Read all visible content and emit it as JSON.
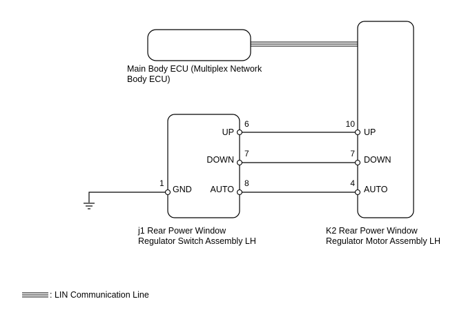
{
  "main_ecu": {
    "name_line1": "Main Body ECU (Multiplex Network",
    "name_line2": "Body ECU)"
  },
  "switch_assembly": {
    "name_line1": "j1 Rear Power Window",
    "name_line2": "Regulator Switch Assembly LH",
    "pins": {
      "up": {
        "number": "6",
        "label": "UP"
      },
      "down": {
        "number": "7",
        "label": "DOWN"
      },
      "auto": {
        "number": "8",
        "label": "AUTO"
      },
      "gnd": {
        "number": "1",
        "label": "GND"
      }
    }
  },
  "motor_assembly": {
    "name_line1": "K2 Rear Power Window",
    "name_line2": "Regulator Motor Assembly LH",
    "pins": {
      "up": {
        "number": "10",
        "label": "UP"
      },
      "down": {
        "number": "7",
        "label": "DOWN"
      },
      "auto": {
        "number": "4",
        "label": "AUTO"
      }
    }
  },
  "legend": {
    "text": ": LIN Communication Line"
  },
  "icons": {
    "ground": "ground-symbol-icon",
    "lin_line": "double-line-icon"
  }
}
